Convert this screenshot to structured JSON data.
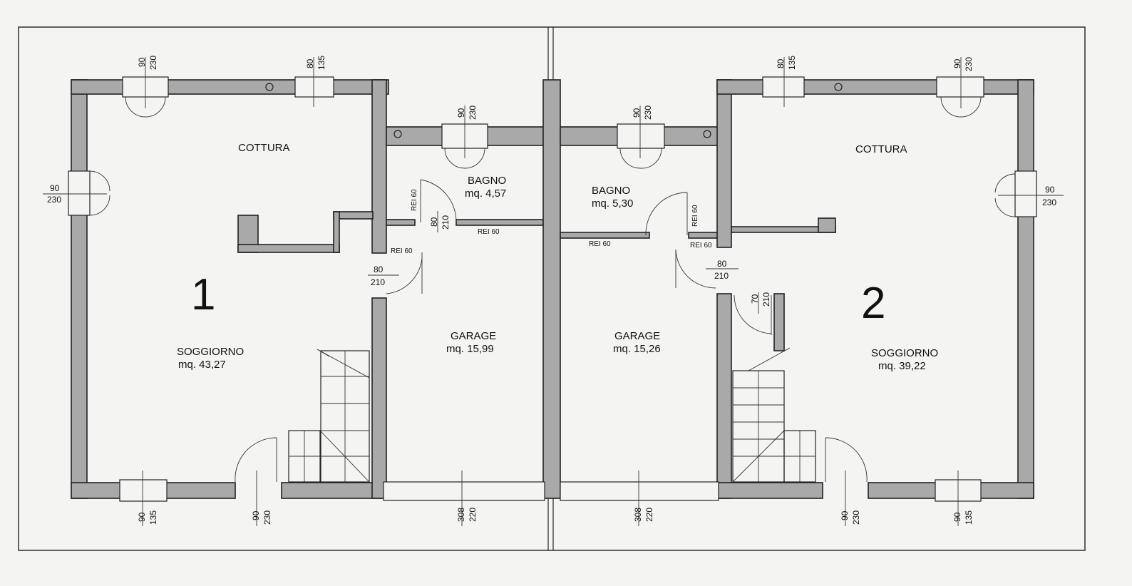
{
  "rooms": {
    "unit1_number": "1",
    "unit2_number": "2",
    "cottura1": "COTTURA",
    "cottura2": "COTTURA",
    "bagno1": {
      "name": "BAGNO",
      "area": "mq. 4,57"
    },
    "bagno2": {
      "name": "BAGNO",
      "area": "mq. 5,30"
    },
    "garage1": {
      "name": "GARAGE",
      "area": "mq. 15,99"
    },
    "garage2": {
      "name": "GARAGE",
      "area": "mq. 15,26"
    },
    "soggiorno1": {
      "name": "SOGGIORNO",
      "area": "mq. 43,27"
    },
    "soggiorno2": {
      "name": "SOGGIORNO",
      "area": "mq. 39,22"
    }
  },
  "dims": {
    "d90": "90",
    "d80": "80",
    "d70": "70",
    "d230": "230",
    "d135": "135",
    "d210": "210",
    "d308": "308",
    "d220": "220"
  },
  "fire": {
    "rei60": "REI 60"
  }
}
